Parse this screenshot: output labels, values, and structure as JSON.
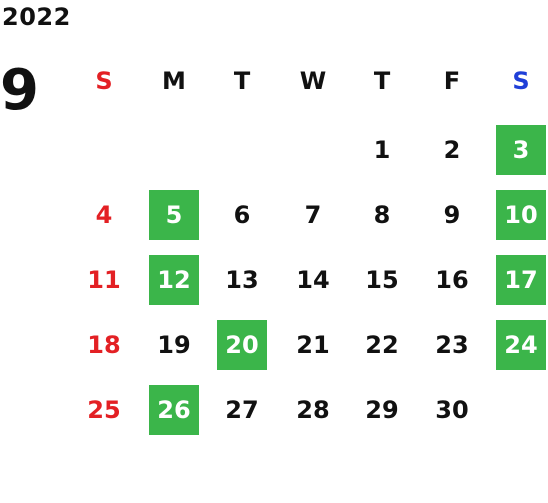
{
  "calendar": {
    "year": "2022",
    "month": "9",
    "weekdays": [
      "S",
      "M",
      "T",
      "W",
      "T",
      "F",
      "S"
    ],
    "weeks": [
      [
        "",
        "",
        "",
        "",
        "1",
        "2",
        "3"
      ],
      [
        "4",
        "5",
        "6",
        "7",
        "8",
        "9",
        "10"
      ],
      [
        "11",
        "12",
        "13",
        "14",
        "15",
        "16",
        "17"
      ],
      [
        "18",
        "19",
        "20",
        "21",
        "22",
        "23",
        "24"
      ],
      [
        "25",
        "26",
        "27",
        "28",
        "29",
        "30",
        ""
      ]
    ],
    "highlighted_days": [
      "3",
      "5",
      "10",
      "12",
      "17",
      "20",
      "24",
      "26"
    ],
    "colors": {
      "sunday": "#e32024",
      "saturday_header": "#1f3fd8",
      "highlight": "#3bb54a",
      "text": "#111111"
    }
  }
}
